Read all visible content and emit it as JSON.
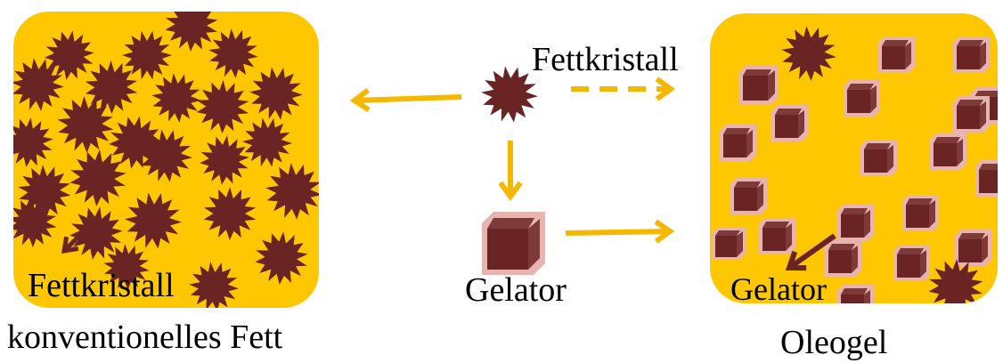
{
  "colors": {
    "panel": "#FFC700",
    "crystal": "#6B2424",
    "cube_front": "#6B2424",
    "cube_border": "#E8B4B0",
    "arrow": "#F5B800",
    "pointer_arrow": "#6B2424",
    "text": "#000000"
  },
  "icons": {
    "crystal": "fat-crystal-star-icon",
    "gelator": "gelator-cube-icon"
  },
  "conventional_fat": {
    "inner_label": "Fettkristall",
    "caption": "konventionelles Fett"
  },
  "center": {
    "crystal_label": "Fettkristall",
    "gelator_label": "Gelator"
  },
  "oleogel": {
    "inner_label": "Gelator",
    "caption": "Oleogel"
  }
}
